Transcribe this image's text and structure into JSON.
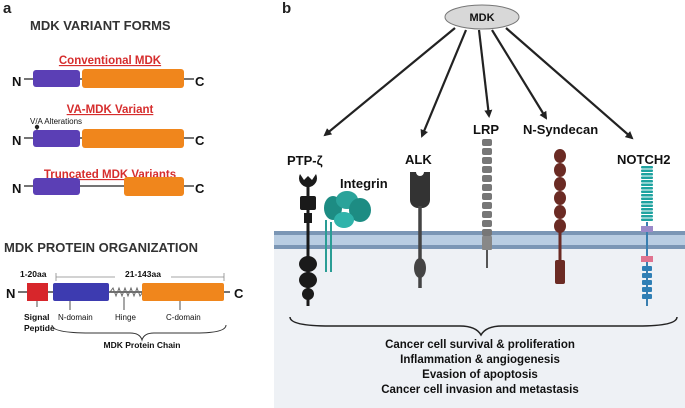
{
  "panel_a": {
    "letter": "a",
    "title": "MDK VARIANT FORMS",
    "variants": [
      {
        "title": "Conventional MDK",
        "n": "N",
        "c": "C"
      },
      {
        "title": "VA-MDK Variant",
        "n": "N",
        "c": "C",
        "note": "V/A Alterations"
      },
      {
        "title": "Truncated MDK Variants",
        "n": "N",
        "c": "C"
      }
    ],
    "organization": {
      "title": "MDK PROTEIN ORGANIZATION",
      "n": "N",
      "c": "C",
      "range1": "1-20aa",
      "range2": "21-143aa",
      "signal_peptide_line1": "Signal",
      "signal_peptide_line2": "Peptide",
      "n_domain": "N-domain",
      "hinge": "Hinge",
      "c_domain": "C-domain",
      "chain": "MDK Protein Chain"
    },
    "colors": {
      "n_domain": "#5b3fb5",
      "c_domain": "#f0861c",
      "signal": "#d7262b",
      "title_red": "#d62d2d"
    }
  },
  "panel_b": {
    "letter": "b",
    "ligand": "MDK",
    "receptors": [
      "PTP-ζ",
      "Integrin",
      "ALK",
      "LRP",
      "N-Syndecan",
      "NOTCH2"
    ],
    "effects": [
      "Cancer cell survival & proliferation",
      "Inflammation & angiogenesis",
      "Evasion of apoptosis",
      "Cancer cell invasion and metastasis"
    ],
    "colors": {
      "membrane": "#a9c1da",
      "cell_bg": "#eef1f5",
      "integrin": "#2a9d95",
      "syndecan": "#6b2b24",
      "notch": "#1fa3a0"
    }
  }
}
